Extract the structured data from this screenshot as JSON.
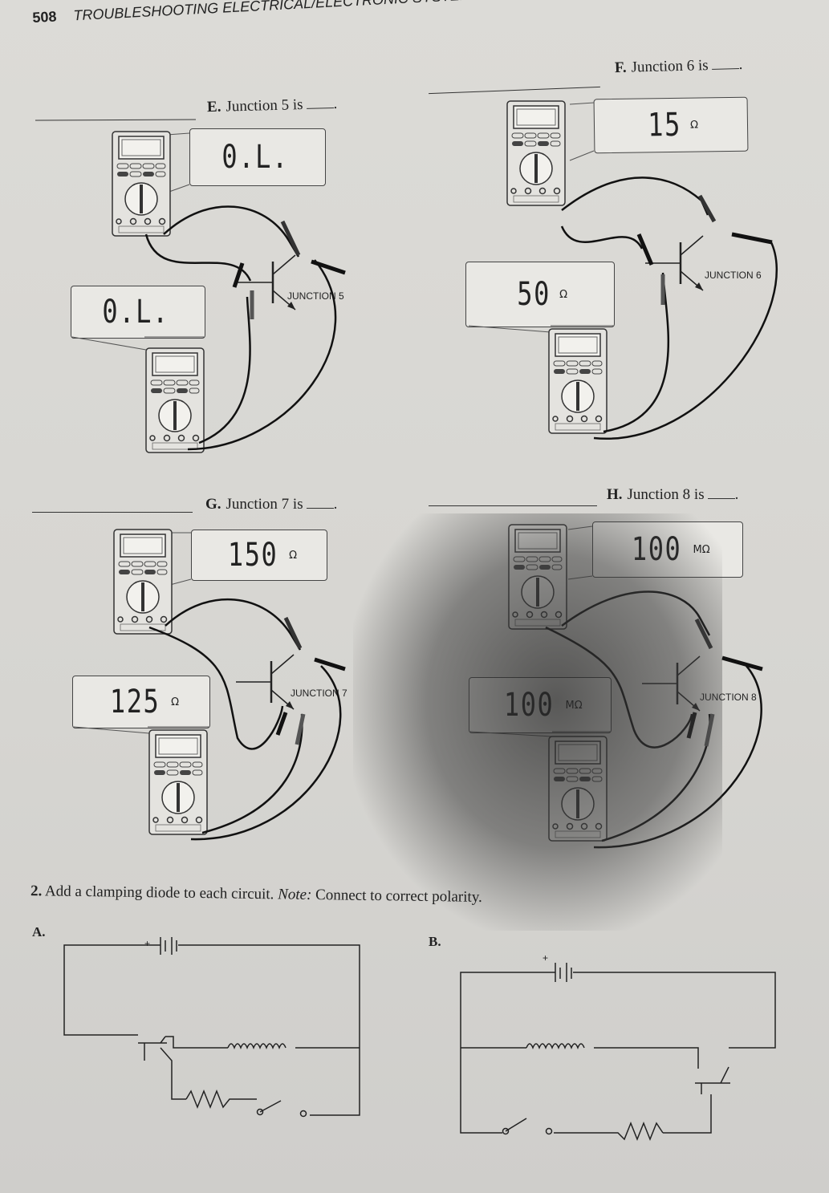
{
  "header": {
    "page_number": "508",
    "title": "TROUBLESHOOTING ELECTRICAL/ELECTRONIC SYSTEMS"
  },
  "questions": {
    "E": {
      "letter": "E.",
      "text": "Junction 5 is",
      "top_reading": "0.L.",
      "top_unit": "",
      "bottom_reading": "0.L.",
      "bottom_unit": "",
      "junction": "JUNCTION 5"
    },
    "F": {
      "letter": "F.",
      "text": "Junction 6 is",
      "top_reading": "15",
      "top_unit": "Ω",
      "bottom_reading": "50",
      "bottom_unit": "Ω",
      "junction": "JUNCTION 6"
    },
    "G": {
      "letter": "G.",
      "text": "Junction 7 is",
      "top_reading": "150",
      "top_unit": "Ω",
      "bottom_reading": "125",
      "bottom_unit": "Ω",
      "junction": "JUNCTION 7"
    },
    "H": {
      "letter": "H.",
      "text": "Junction 8 is",
      "top_reading": "100",
      "top_unit": "MΩ",
      "bottom_reading": "100",
      "bottom_unit": "MΩ",
      "junction": "JUNCTION 8"
    }
  },
  "question2": {
    "number": "2.",
    "text": "Add a clamping diode to each circuit.",
    "note_label": "Note:",
    "note_text": "Connect to correct polarity.",
    "circuit_a": "A.",
    "circuit_b": "B.",
    "battery_plus": "+",
    "battery_minus": "−"
  }
}
